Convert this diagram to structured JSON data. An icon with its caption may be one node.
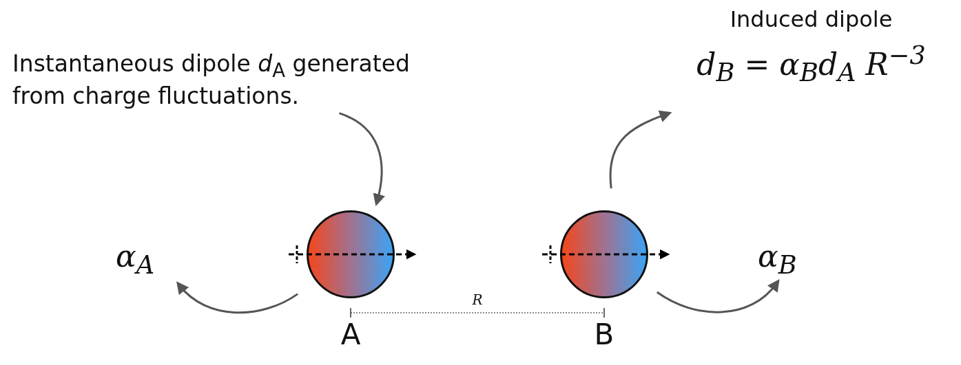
{
  "diagram": {
    "nodes": [
      {
        "text": [
          "Instantaneous  dipole *d*$_{A}$ generated from charge fluctuations."
        ]
      },
      {
        "text": [
          "Induced dipole",
          "d$_{B}$ = α$_{B}$d$_{A}$ R$^{−3}$"
        ]
      },
      {
        "text": [],
        "shape": "circle",
        "beside": [
          "A"
        ]
      },
      {
        "text": [],
        "shape": "circle",
        "beside": [
          "B"
        ]
      },
      {
        "text": [
          "α$_{A}$"
        ]
      },
      {
        "text": [
          "α$_{B}$"
        ]
      }
    ],
    "edges": [
      {
        "from": 0,
        "to": 2,
        "arrow": "to"
      },
      {
        "from": 3,
        "to": 1,
        "arrow": "to"
      },
      {
        "from": 2,
        "to": 4,
        "arrow": "to"
      },
      {
        "from": 3,
        "to": 5,
        "arrow": "to"
      }
    ],
    "labels": [
      "R"
    ]
  }
}
